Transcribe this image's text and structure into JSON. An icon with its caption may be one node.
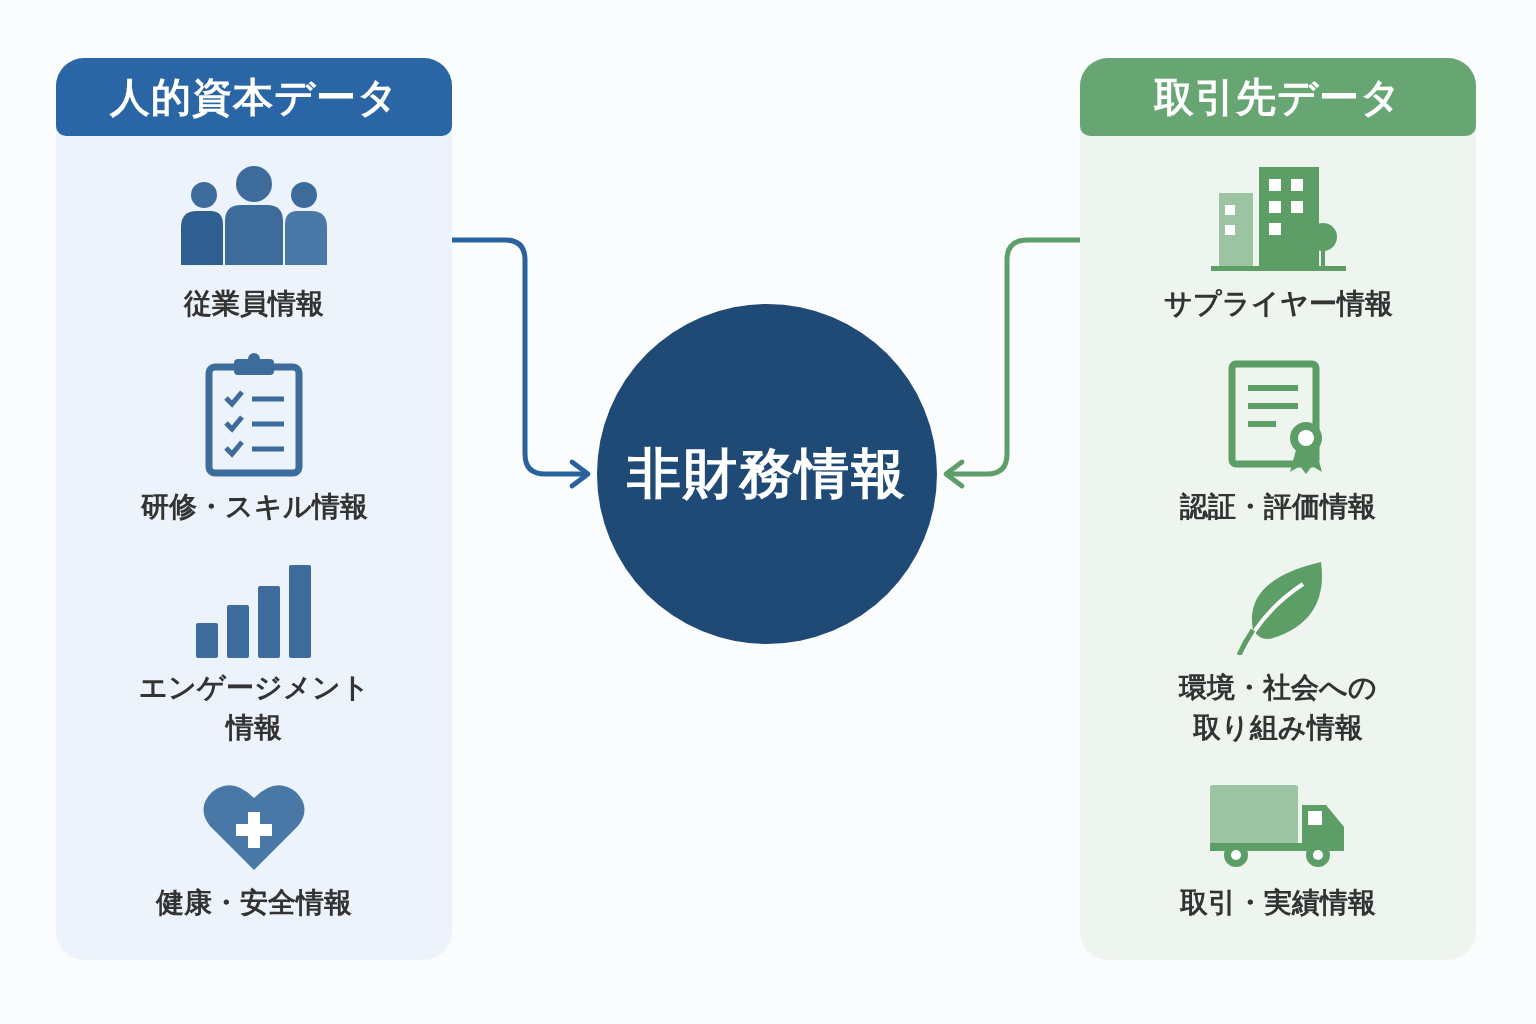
{
  "diagram": {
    "nodes": [
      {
        "text": [
          "人的資本データ"
        ]
      },
      {
        "text": [
          "従業員情報"
        ],
        "in": 0
      },
      {
        "text": [
          "研修・スキル情報"
        ],
        "in": 0
      },
      {
        "text": [
          "エンゲージメント情報"
        ],
        "in": 0
      },
      {
        "text": [
          "健康・安全情報"
        ],
        "in": 0
      },
      {
        "text": [
          "非財務情報"
        ]
      },
      {
        "text": [
          "取引先データ"
        ]
      },
      {
        "text": [
          "サプライヤー情報"
        ],
        "in": 6
      },
      {
        "text": [
          "認証・評価情報"
        ],
        "in": 6
      },
      {
        "text": [
          "環境・社会への取り組み情報"
        ],
        "in": 6
      },
      {
        "text": [
          "取引・実績情報"
        ],
        "in": 6
      }
    ],
    "edges": [
      {
        "from": 0,
        "to": 5,
        "arrow": "to",
        "color": "#2a62a0"
      },
      {
        "from": 6,
        "to": 5,
        "arrow": "to",
        "color": "#5e9e68"
      }
    ]
  }
}
